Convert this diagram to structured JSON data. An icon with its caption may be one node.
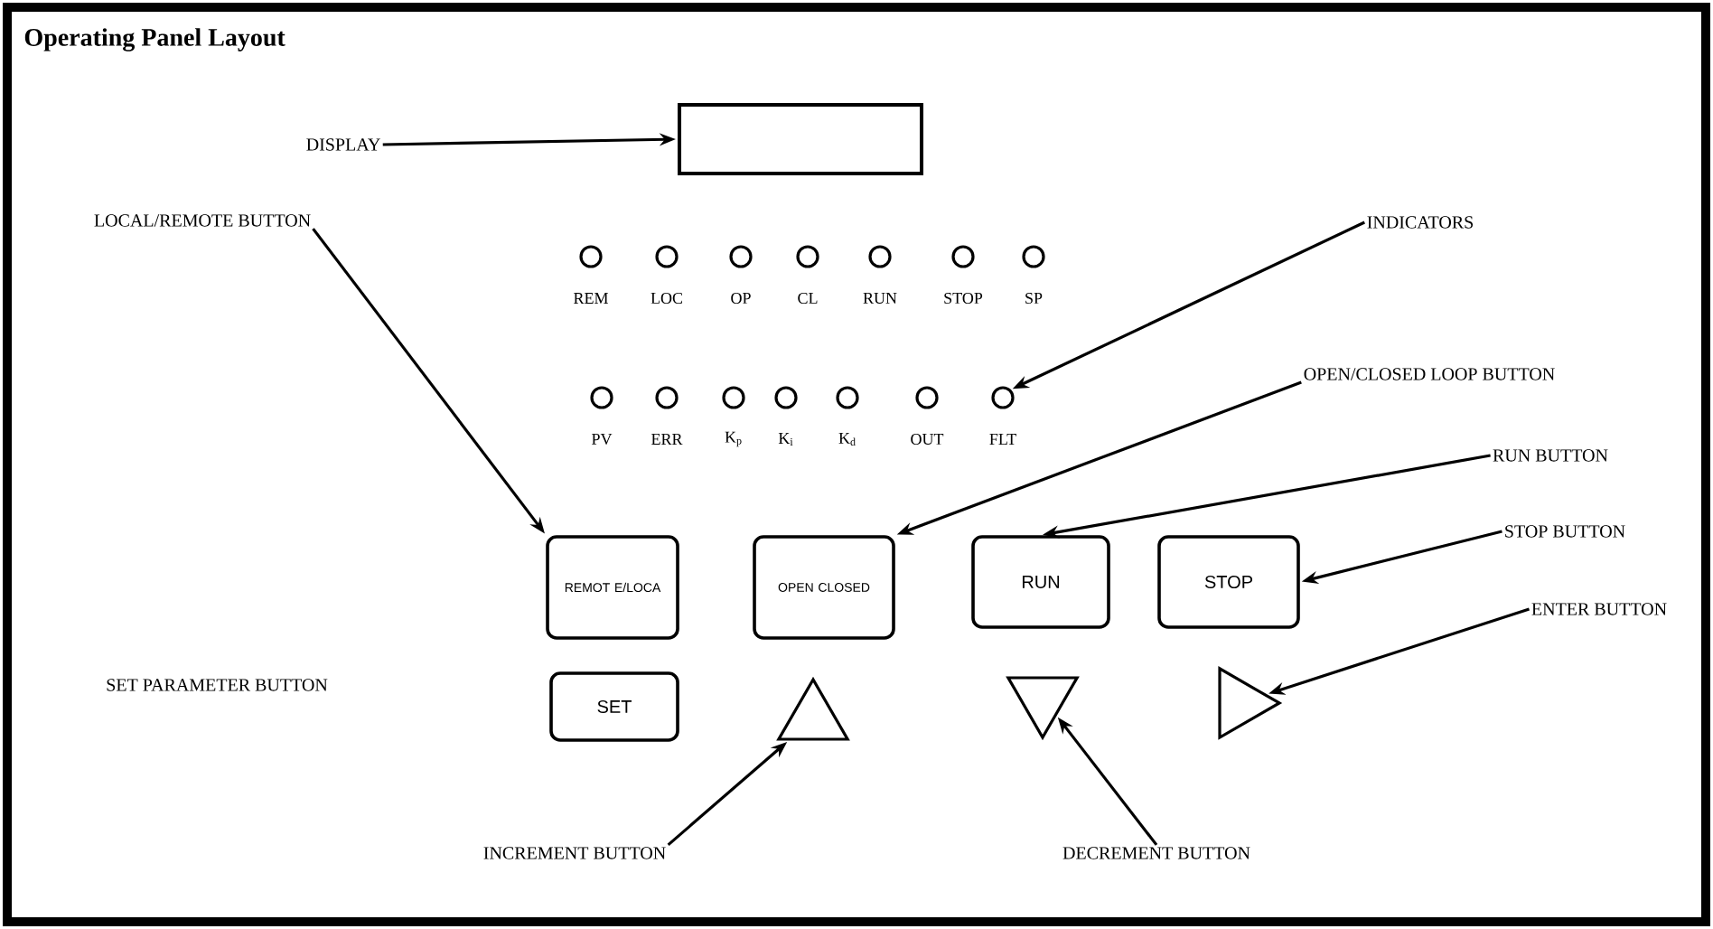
{
  "diagram": {
    "title": "Operating Panel Layout",
    "nodes": [
      {
        "text": [
          "DISPLAY"
        ]
      },
      {
        "text": [],
        "shape": "box"
      },
      {
        "text": [
          "LOCAL/REMOTE BUTTON"
        ]
      },
      {
        "text": [],
        "shape": "circle",
        "beside": [
          "REM"
        ]
      },
      {
        "text": [],
        "shape": "circle",
        "beside": [
          "LOC"
        ]
      },
      {
        "text": [],
        "shape": "circle",
        "beside": [
          "OP"
        ]
      },
      {
        "text": [],
        "shape": "circle",
        "beside": [
          "CL"
        ]
      },
      {
        "text": [],
        "shape": "circle",
        "beside": [
          "RUN"
        ]
      },
      {
        "text": [],
        "shape": "circle",
        "beside": [
          "STOP"
        ]
      },
      {
        "text": [],
        "shape": "circle",
        "beside": [
          "SP"
        ]
      },
      {
        "text": [
          "INDICATORS"
        ]
      },
      {
        "text": [],
        "shape": "circle",
        "beside": [
          "PV"
        ]
      },
      {
        "text": [],
        "shape": "circle",
        "beside": [
          "ERR"
        ]
      },
      {
        "text": [],
        "shape": "circle",
        "beside": [
          "K$_{p}$"
        ]
      },
      {
        "text": [],
        "shape": "circle",
        "beside": [
          "K$_{i}$"
        ]
      },
      {
        "text": [],
        "shape": "circle",
        "beside": [
          "K$_{d}$"
        ]
      },
      {
        "text": [],
        "shape": "circle",
        "beside": [
          "OUT"
        ]
      },
      {
        "text": [],
        "shape": "circle",
        "beside": [
          "FLT"
        ]
      },
      {
        "text": [
          "OPEN/CLOSED LOOP BUTTON"
        ]
      },
      {
        "text": [
          "RUN BUTTON"
        ]
      },
      {
        "text": [
          "REMOT E/LOCA"
        ]
      },
      {
        "text": [
          "OPEN CLOSED"
        ]
      },
      {
        "text": [
          "RUN"
        ]
      },
      {
        "text": [
          "STOP"
        ]
      },
      {
        "text": [
          "STOP BUTTON"
        ]
      },
      {
        "text": [
          "ENTER BUTTON"
        ]
      },
      {
        "text": [
          "SET"
        ]
      },
      {
        "text": [],
        "shape": "triangle"
      },
      {
        "text": [],
        "shape": "triangle"
      },
      {
        "text": [],
        "shape": "triangle"
      },
      {
        "text": [
          "INCREMENT BUTTON"
        ]
      },
      {
        "text": [
          "DECREMENT BUTTON"
        ]
      }
    ],
    "edges": [
      {
        "from": 0,
        "to": 1,
        "arrow": "to"
      },
      {
        "from": 2,
        "to": 20,
        "arrow": "to"
      },
      {
        "from": 10,
        "to": 17,
        "arrow": "to"
      },
      {
        "from": 18,
        "to": 21,
        "arrow": "to"
      },
      {
        "from": 19,
        "to": 22,
        "arrow": "to"
      },
      {
        "from": 24,
        "to": 23,
        "arrow": "to"
      },
      {
        "from": 25,
        "to": 29,
        "arrow": "to"
      },
      {
        "from": 30,
        "to": 27,
        "arrow": "to"
      },
      {
        "from": 31,
        "to": 28,
        "arrow": "to"
      }
    ],
    "labels": [
      "SET PARAMETER BUTTON"
    ]
  }
}
